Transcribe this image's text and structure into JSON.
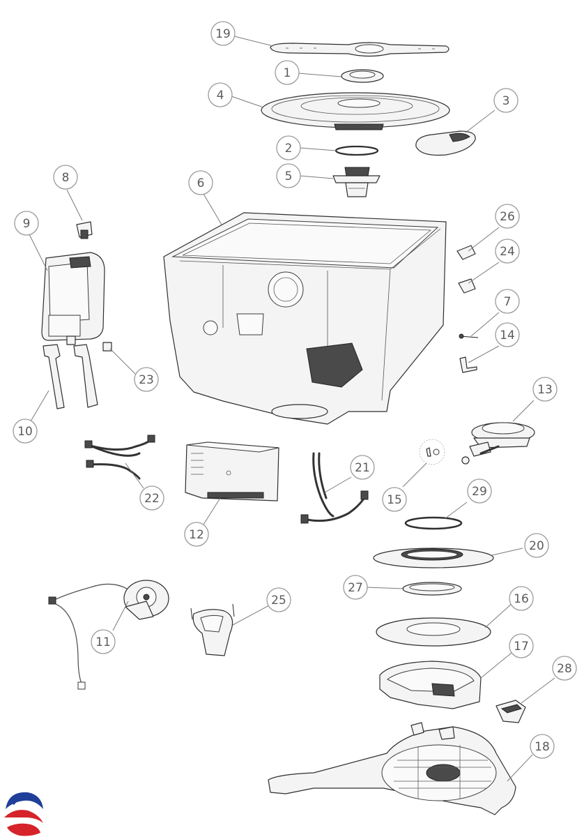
{
  "callouts": [
    {
      "id": "19"
    },
    {
      "id": "1"
    },
    {
      "id": "4"
    },
    {
      "id": "3"
    },
    {
      "id": "2"
    },
    {
      "id": "5"
    },
    {
      "id": "8"
    },
    {
      "id": "6"
    },
    {
      "id": "9"
    },
    {
      "id": "26"
    },
    {
      "id": "24"
    },
    {
      "id": "7"
    },
    {
      "id": "14"
    },
    {
      "id": "23"
    },
    {
      "id": "10"
    },
    {
      "id": "13"
    },
    {
      "id": "21"
    },
    {
      "id": "15"
    },
    {
      "id": "22"
    },
    {
      "id": "12"
    },
    {
      "id": "29"
    },
    {
      "id": "20"
    },
    {
      "id": "27"
    },
    {
      "id": "16"
    },
    {
      "id": "11"
    },
    {
      "id": "25"
    },
    {
      "id": "17"
    },
    {
      "id": "28"
    },
    {
      "id": "18"
    }
  ],
  "logo": {
    "name": "brand-swirl-logo",
    "colors": [
      "#1f3f99",
      "#d6232a",
      "#ffffff"
    ]
  }
}
